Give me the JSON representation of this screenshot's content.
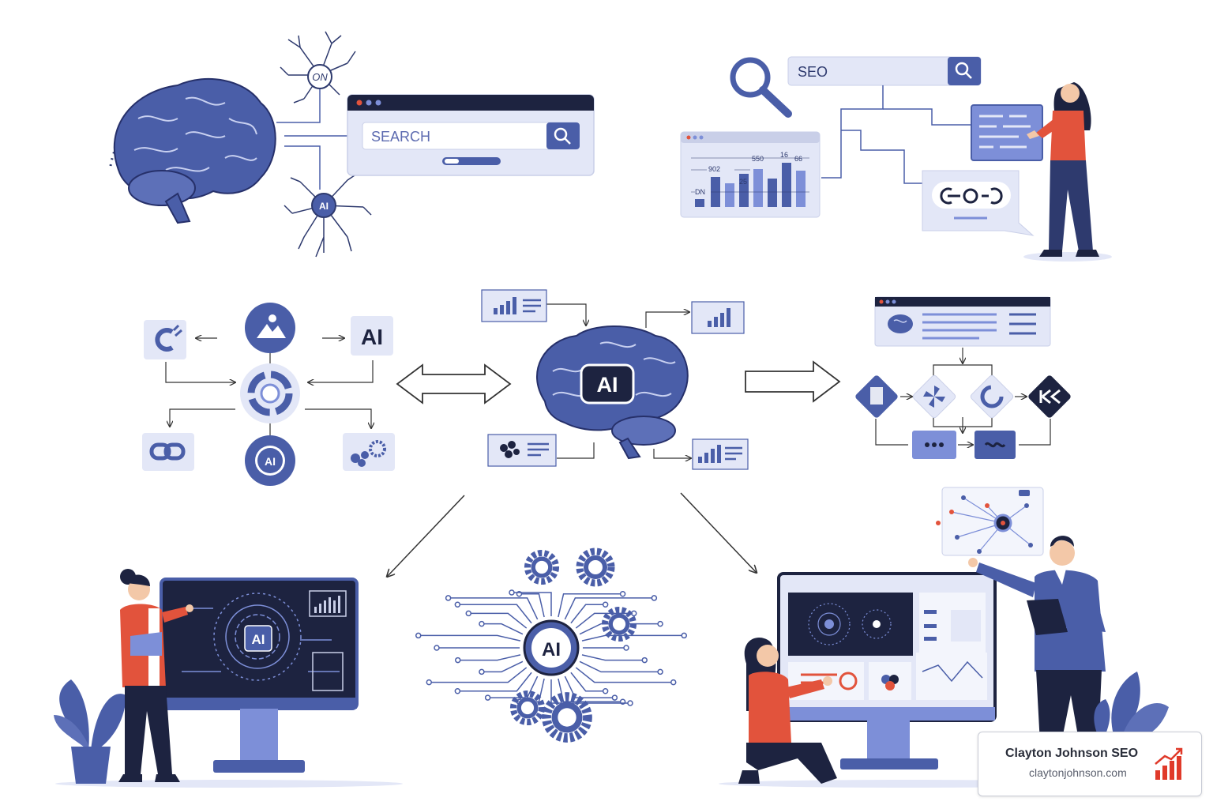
{
  "top_left": {
    "search_placeholder": "SEARCH",
    "neuron_top_label": "ON",
    "neuron_bottom_label": "AI"
  },
  "top_right": {
    "search_value": "SEO",
    "chart_labels": [
      "902",
      "550",
      "16",
      "66",
      "DN",
      "25"
    ]
  },
  "middle": {
    "brain_label": "AI",
    "hub_right_label": "AI",
    "hub_bottom_label": "AI"
  },
  "bottom": {
    "monitor_label": "AI",
    "gear_brain_label": "AI"
  },
  "brand": {
    "name": "Clayton Johnson SEO",
    "url": "claytonjohnson.com"
  },
  "colors": {
    "primary": "#4a5ea8",
    "dark": "#1d2340",
    "light": "#e3e7f7",
    "accent": "#e2533c",
    "brand_red": "#e03a2a"
  }
}
